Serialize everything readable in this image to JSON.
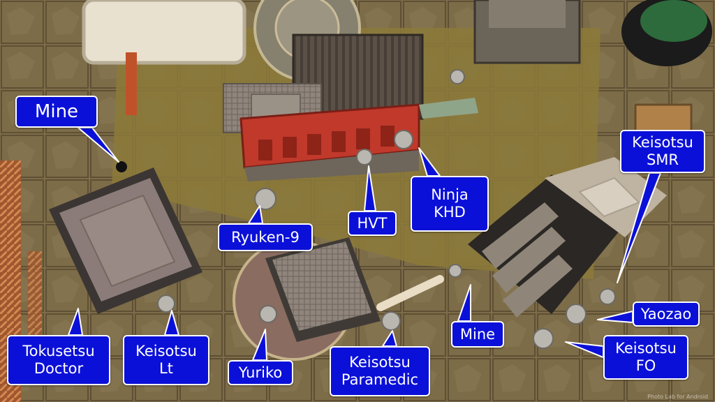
{
  "labels": {
    "mine_left": "Mine",
    "keisotsu_smr": [
      "Keisotsu",
      "SMR"
    ],
    "ninja_khd": [
      "Ninja",
      "KHD"
    ],
    "hvt": "HVT",
    "ryuken_9": "Ryuken-9",
    "yaozao": "Yaozao",
    "mine_right": "Mine",
    "keisotsu_fo": [
      "Keisotsu",
      "FO"
    ],
    "tokusetsu_doctor": [
      "Tokusetsu",
      "Doctor"
    ],
    "keisotsu_lt": [
      "Keisotsu",
      "Lt"
    ],
    "yuriko": "Yuriko",
    "keisotsu_paramedic": [
      "Keisotsu",
      "Paramedic"
    ]
  },
  "watermark": "Photo Lab for Android",
  "colors": {
    "callout_fill": "#0b10d8",
    "callout_border": "#ffffff",
    "board_base": "#7a6a45",
    "red_building": "#c0392b"
  }
}
